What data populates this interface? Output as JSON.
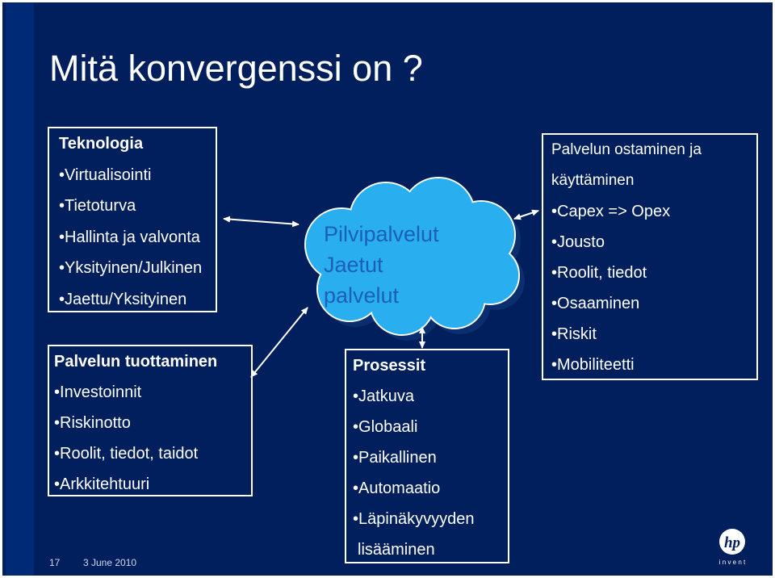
{
  "title": "Mitä konvergenssi on ?",
  "technology": {
    "heading": "Teknologia",
    "items": [
      "Virtualisointi",
      "Tietoturva",
      "Hallinta ja valvonta",
      "Yksityinen/Julkinen",
      "Jaettu/Yksityinen"
    ]
  },
  "production": {
    "heading": "Palvelun tuottaminen",
    "items": [
      "Investoinnit",
      "Riskinotto",
      "Roolit, tiedot, taidot",
      "Arkkitehtuuri"
    ]
  },
  "cloud": {
    "lines": [
      "Pilvipalvelut",
      "Jaetut",
      "palvelut"
    ],
    "fill_color": "#29aef0",
    "text_color": "#1b5fb8"
  },
  "processes": {
    "heading": "Prosessit",
    "items": [
      "Jatkuva",
      "Globaali",
      "Paikallinen",
      "Automaatio",
      "Läpinäkyvyyden"
    ],
    "continuation": "lisääminen"
  },
  "ownership": {
    "heading_lines": [
      "Palvelun ostaminen ja",
      "käyttäminen"
    ],
    "items": [
      "Capex => Opex",
      "Jousto",
      "Roolit, tiedot",
      "Osaaminen",
      "Riskit",
      "Mobiliteetti"
    ]
  },
  "footer": {
    "slide_number": "17",
    "date": "3 June 2010"
  },
  "logo": {
    "icon": "hp-logo",
    "tagline": "i n v e n t"
  },
  "colors": {
    "background": "#001f5c",
    "accent_bar": "#002a75",
    "text": "#ffffff"
  }
}
